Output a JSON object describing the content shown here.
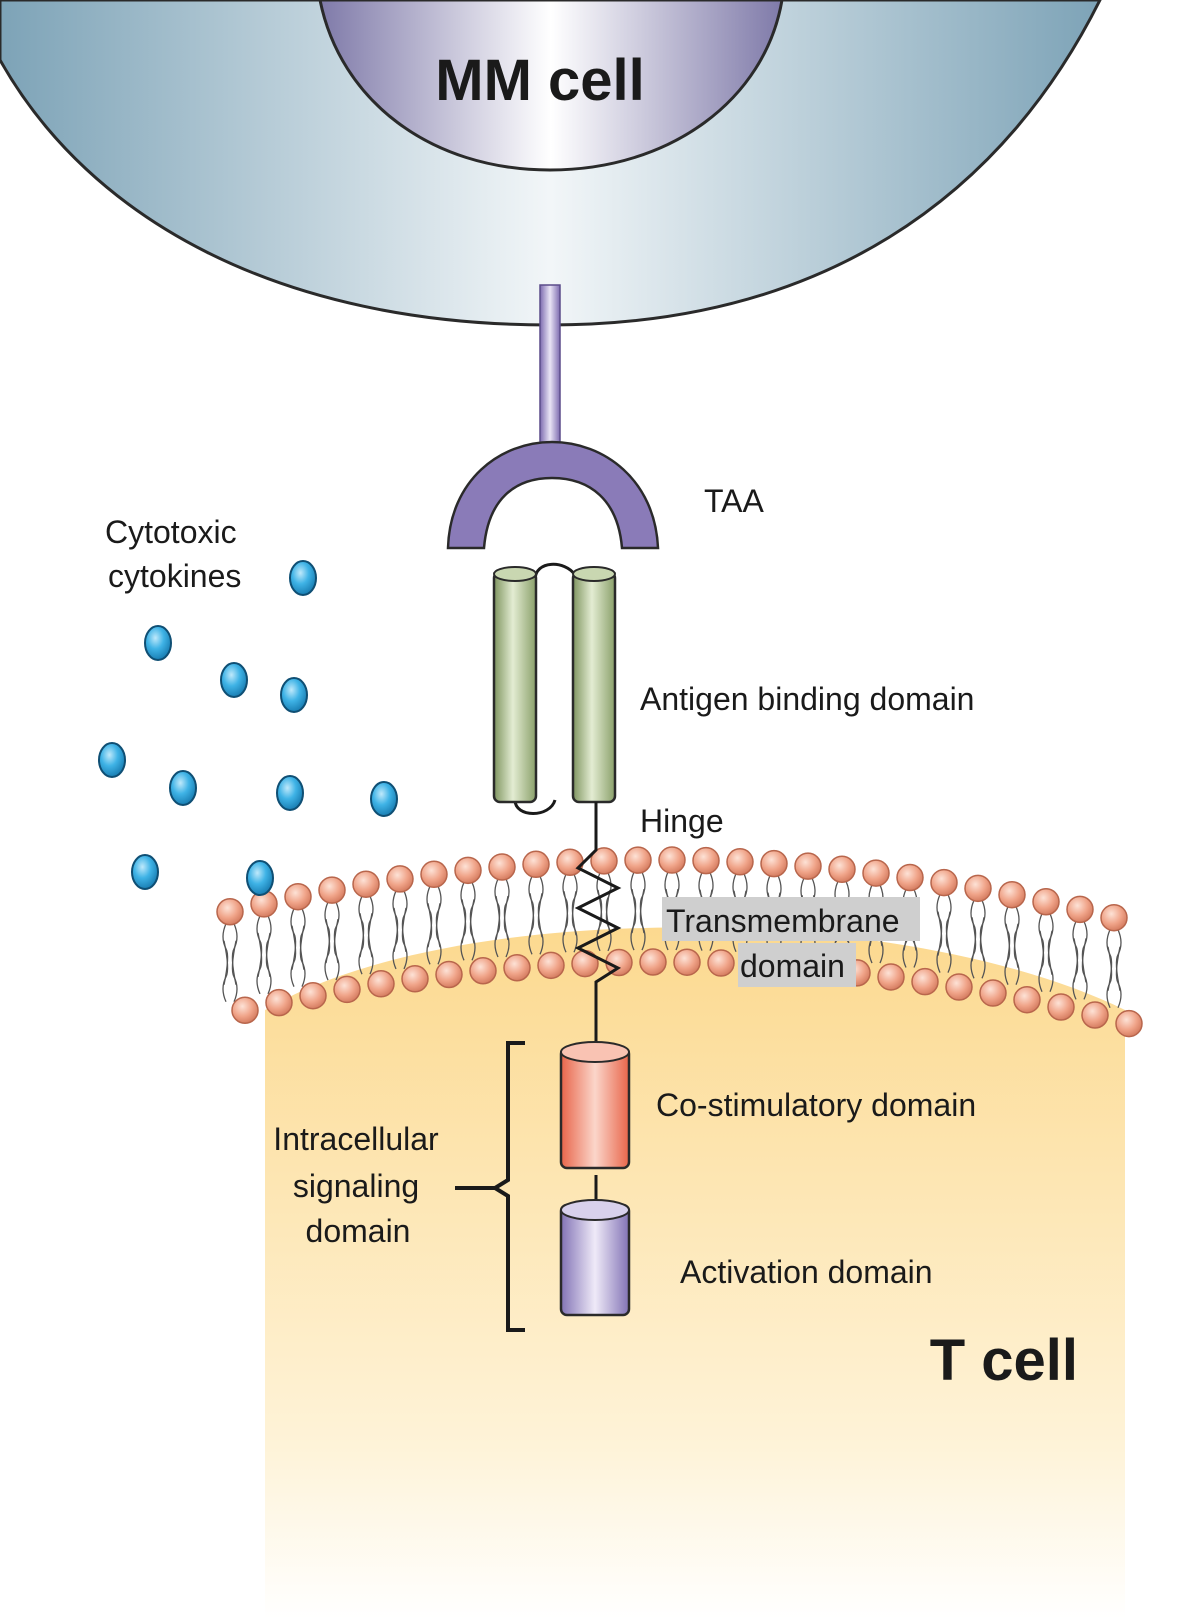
{
  "labels": {
    "mm_cell": "MM cell",
    "taa": "TAA",
    "cytokines_line1": "Cytotoxic",
    "cytokines_line2": "cytokines",
    "antigen_binding": "Antigen binding domain",
    "hinge": "Hinge",
    "transmembrane_line1": "Transmembrane",
    "transmembrane_line2": "domain",
    "costimulatory": "Co-stimulatory domain",
    "intracellular_line1": "Intracellular",
    "intracellular_line2": "signaling",
    "intracellular_line3": "domain",
    "activation": "Activation domain",
    "t_cell": "T cell"
  },
  "colors": {
    "mm_cell_outer": "#a9c6d3",
    "mm_nucleus": "#8a86b3",
    "t_cell": "#fde3a6",
    "receptor_purple": "#8a7bb8",
    "antigen_binding_green": "#9bb07a",
    "costim_red": "#ef7a5d",
    "cytokine_blue": "#3fb3e6",
    "lipid_head": "#f0a489",
    "label_highlight": "#cfcfcf"
  }
}
